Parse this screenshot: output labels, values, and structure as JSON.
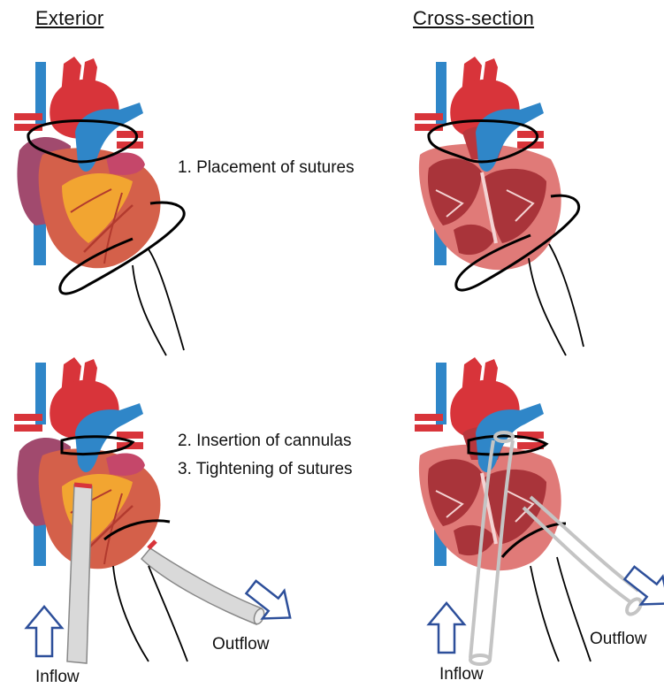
{
  "headers": {
    "exterior": "Exterior",
    "cross_section": "Cross-section"
  },
  "steps": {
    "step1": "1. Placement of sutures",
    "step2": "2. Insertion of cannulas",
    "step3": "3. Tightening of sutures"
  },
  "labels": {
    "inflow_left": "Inflow",
    "outflow_left": "Outflow",
    "inflow_right": "Inflow",
    "outflow_right": "Outflow"
  },
  "colors": {
    "aorta_red": "#d8343a",
    "vein_blue": "#2f86c8",
    "heart_exterior": "#d4604a",
    "fat_yellow": "#f2a531",
    "atrium_purple": "#a14a6e",
    "heart_section": "#e07a78",
    "section_cavity": "#a9343a",
    "suture_black": "#000000",
    "cannula_gray": "#cfcfcf",
    "arrow_blue": "#2d4f9a"
  },
  "icons": [
    "heart-exterior-illustration",
    "heart-cross-section-illustration",
    "flow-arrow-icon"
  ]
}
